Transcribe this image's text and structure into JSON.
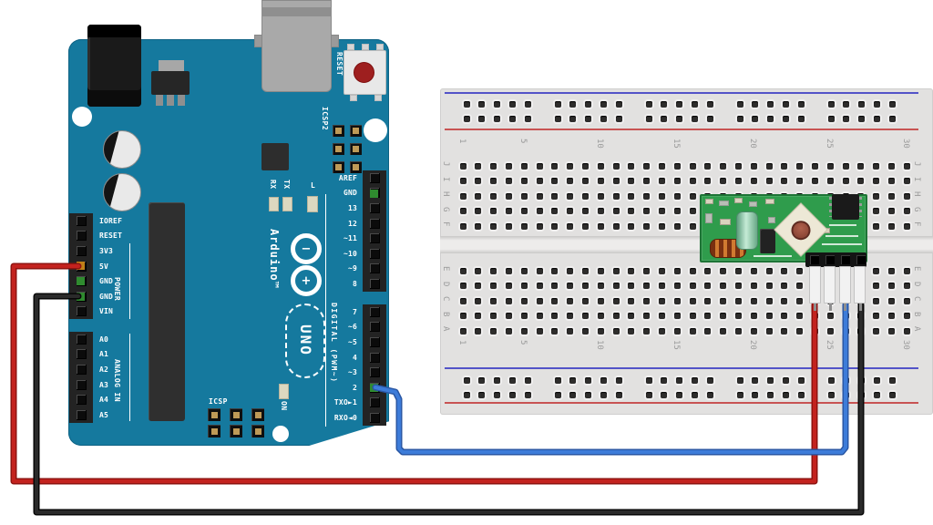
{
  "diagram": {
    "description": "Arduino UNO connected to a 4-pin RF receiver module on a breadboard",
    "background_color": "#FFFFFF"
  },
  "arduino": {
    "board_color": "#15799E",
    "brand_label": "Arduino™",
    "model_label": "UNO",
    "reset_button_label": "RESET",
    "icsp2_label": "ICSP2",
    "icsp_label": "ICSP",
    "on_label": "ON",
    "l_led_label": "L",
    "rx_label": "RX",
    "tx_label": "TX",
    "power_group_label": "POWER",
    "analog_group_label": "ANALOG IN",
    "digital_group_label": "DIGITAL (PWM~)",
    "power_pins": [
      "IOREF",
      "RESET",
      "3V3",
      "5V",
      "GND",
      "GND",
      "VIN"
    ],
    "analog_pins": [
      "A0",
      "A1",
      "A2",
      "A3",
      "A4",
      "A5"
    ],
    "digital_pins_top": [
      "AREF",
      "GND",
      "13",
      "12",
      "~11",
      "~10",
      "~9",
      "8"
    ],
    "digital_pins_bottom": [
      "7",
      "~6",
      "~5",
      "4",
      "~3",
      "2",
      "TXO►1",
      "RXO◄0"
    ]
  },
  "breadboard": {
    "columns": 30,
    "column_numbers": [
      {
        "label": "1",
        "col": 1
      },
      {
        "label": "5",
        "col": 5
      },
      {
        "label": "10",
        "col": 10
      },
      {
        "label": "15",
        "col": 15
      },
      {
        "label": "20",
        "col": 20
      },
      {
        "label": "25",
        "col": 25
      },
      {
        "label": "30",
        "col": 30
      }
    ],
    "row_letters_top": [
      "J",
      "I",
      "H",
      "G",
      "F"
    ],
    "row_letters_bottom": [
      "E",
      "D",
      "C",
      "B",
      "A"
    ],
    "negative_rail_color": "#5353C8",
    "positive_rail_color": "#C85353"
  },
  "rf_module": {
    "pcb_color": "#2F9C4C",
    "pin_count": 4
  },
  "wires": [
    {
      "name": "red power wire",
      "color": "#C3221E",
      "edge_color": "#8E1310",
      "from": "Arduino 5V",
      "to": "RF module pin 1"
    },
    {
      "name": "blue data wire",
      "color": "#3D7CD9",
      "edge_color": "#2A57A4",
      "from": "Arduino digital pin 2",
      "to": "RF module pin 3"
    },
    {
      "name": "black ground wire",
      "color": "#2A2A2A",
      "edge_color": "#070707",
      "from": "Arduino GND",
      "to": "RF module pin 4"
    }
  ]
}
